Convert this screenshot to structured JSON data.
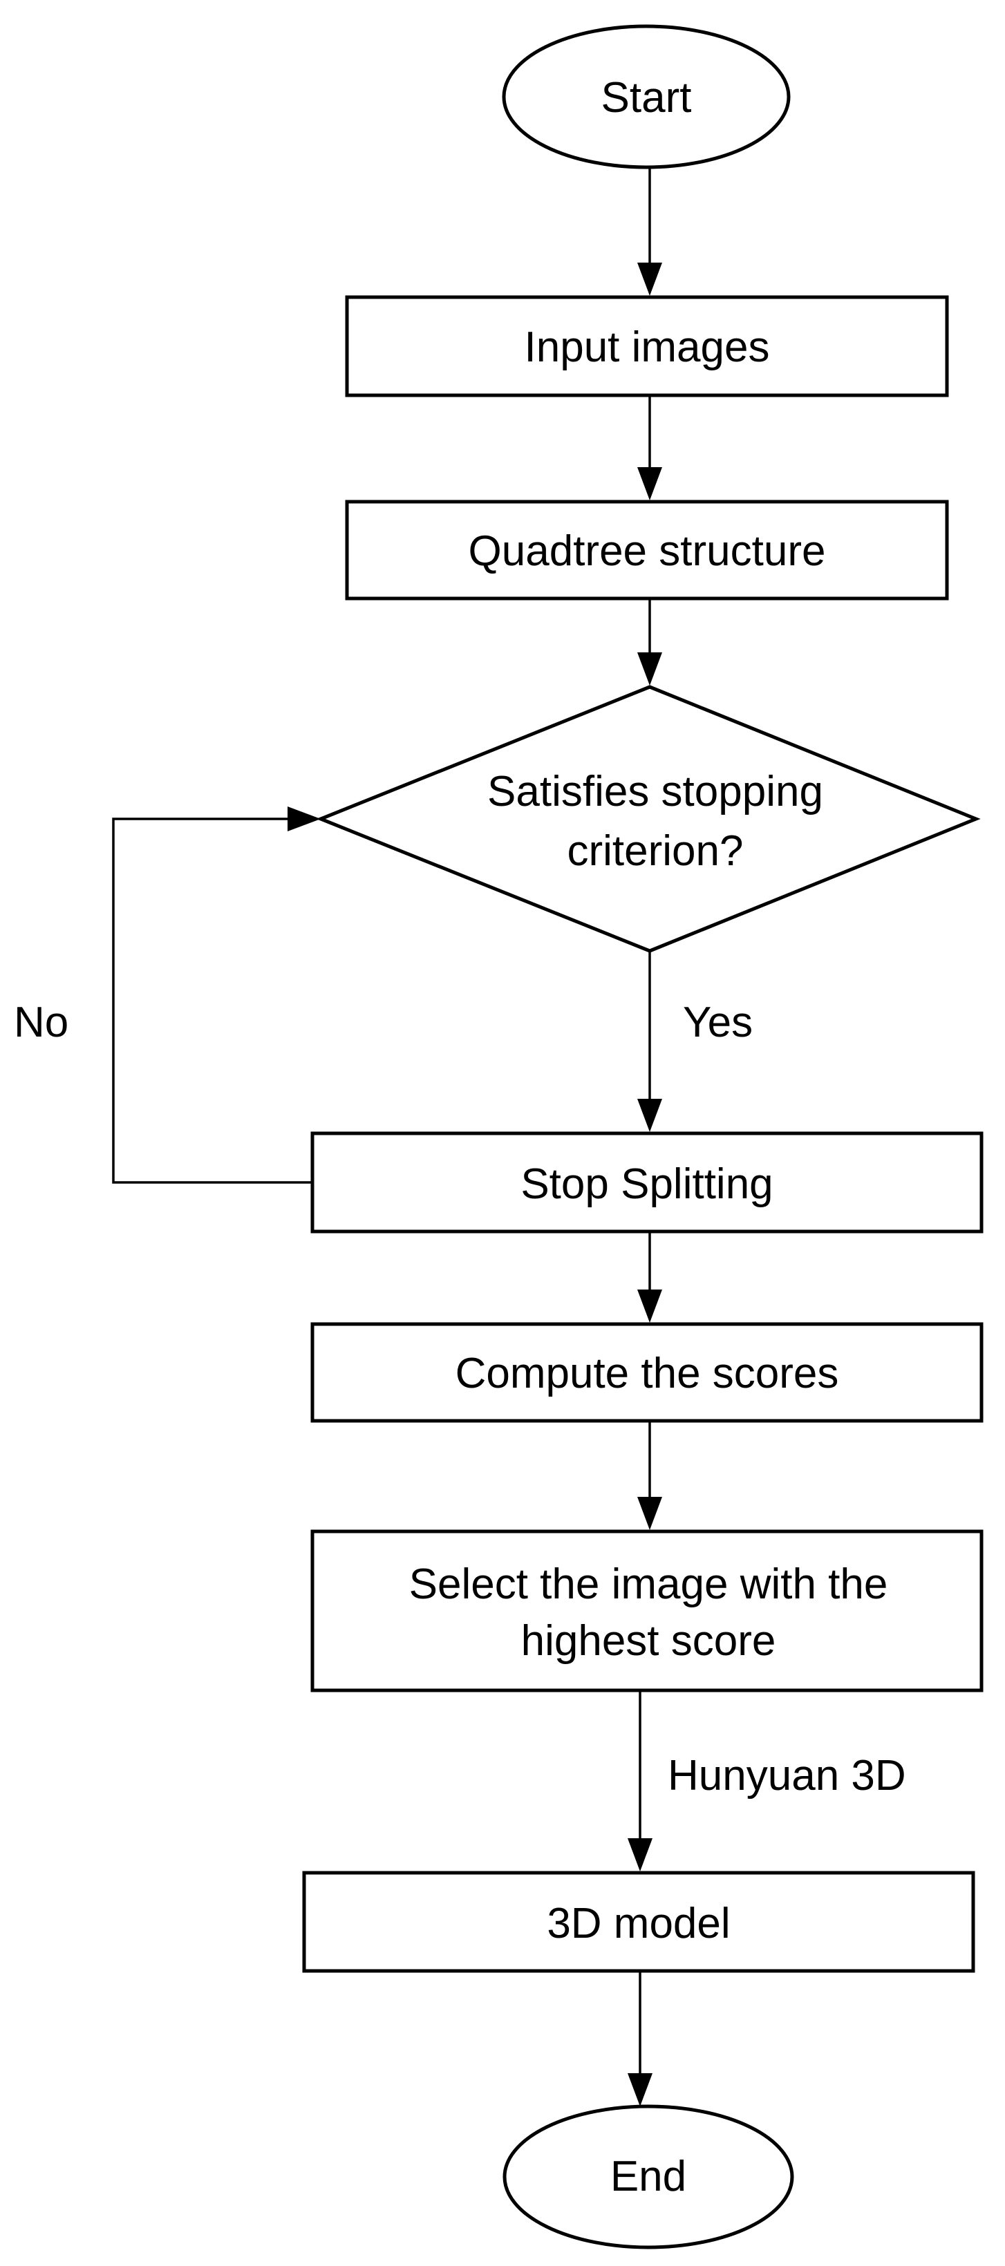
{
  "flowchart": {
    "nodes": {
      "start": {
        "label": "Start"
      },
      "input_images": {
        "label": "Input images"
      },
      "quadtree": {
        "label": "Quadtree structure"
      },
      "decision": {
        "label_line1": "Satisfies stopping",
        "label_line2": "criterion?"
      },
      "stop_splitting": {
        "label": "Stop Splitting"
      },
      "compute_scores": {
        "label": "Compute the scores"
      },
      "select_image": {
        "label_line1": "Select the image with the",
        "label_line2": "highest score"
      },
      "model_3d": {
        "label": "3D model"
      },
      "end": {
        "label": "End"
      }
    },
    "edge_labels": {
      "yes": "Yes",
      "no": "No",
      "hunyuan": "Hunyuan 3D"
    }
  }
}
